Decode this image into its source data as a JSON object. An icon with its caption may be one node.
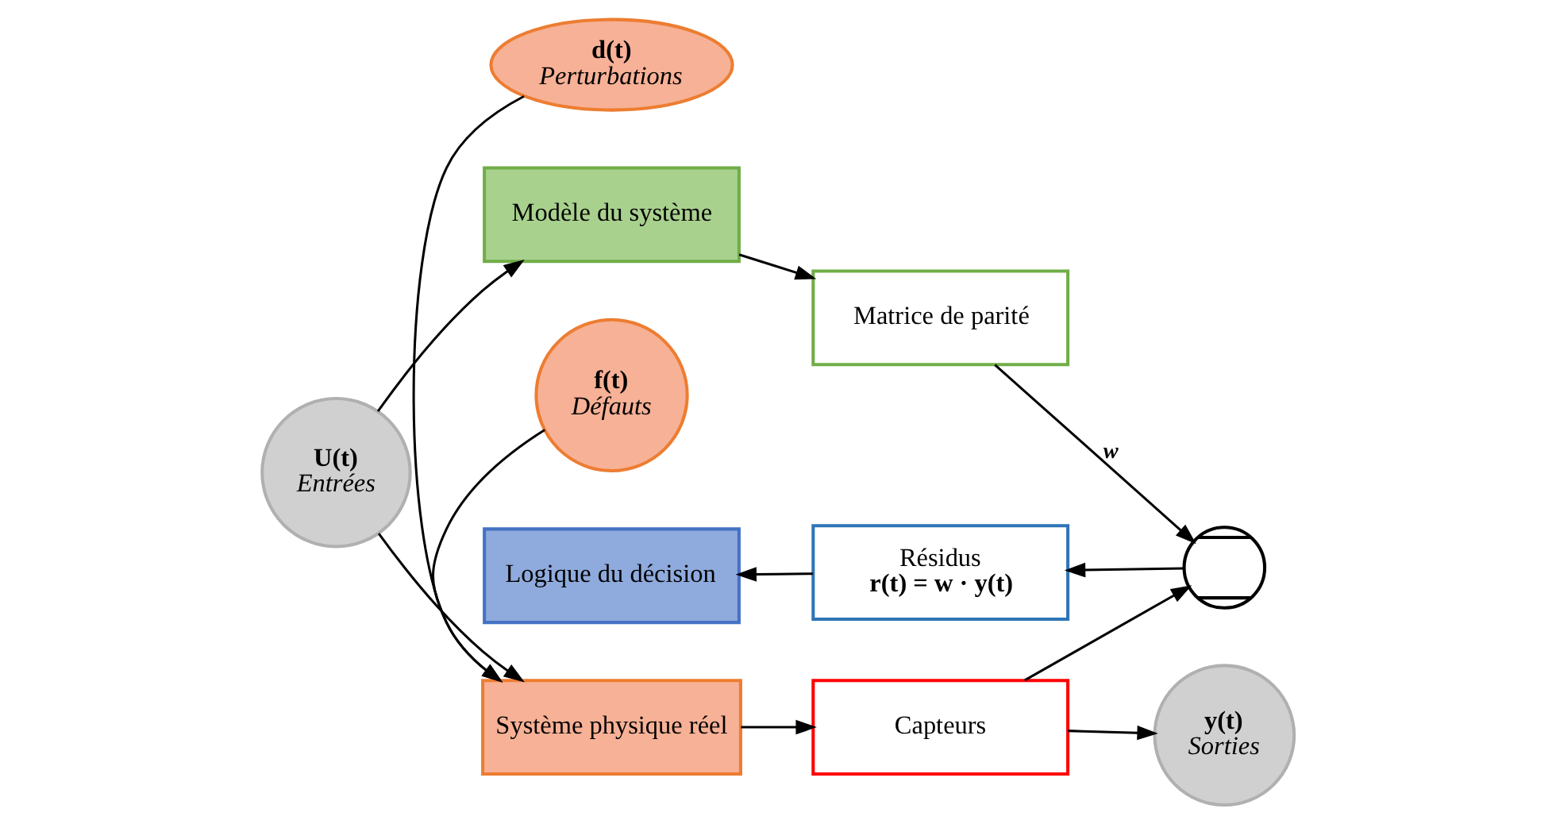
{
  "diagram": {
    "nodes": [
      {
        "text": [
          "U(t)",
          "Entrées"
        ]
      },
      {
        "text": [
          "f(t)",
          "Défauts"
        ]
      },
      {
        "text": [
          "d(t)",
          "Perturbations"
        ]
      },
      {
        "text": [
          "Système physique réel"
        ]
      },
      {
        "text": [
          "Capteurs"
        ]
      },
      {
        "text": [
          "y(t)",
          "Sorties"
        ]
      },
      {
        "text": [
          "Modèle du système"
        ]
      },
      {
        "text": [
          "Matrice de parité"
        ]
      },
      {
        "text": [],
        "shape": "circle"
      },
      {
        "text": [
          "Logique du décision"
        ]
      },
      {
        "text": [
          "Résidus",
          "r(t) = w · y(t)"
        ]
      }
    ],
    "edges": [
      {
        "from": 0,
        "to": 3,
        "arrow": "to"
      },
      {
        "from": 0,
        "to": 6,
        "arrow": "to"
      },
      {
        "from": 1,
        "to": 3,
        "arrow": "to"
      },
      {
        "from": 2,
        "to": 3,
        "arrow": "to"
      },
      {
        "from": 3,
        "to": 4,
        "arrow": "to"
      },
      {
        "from": 4,
        "to": 5,
        "arrow": "to"
      },
      {
        "from": 4,
        "to": 8,
        "arrow": "to"
      },
      {
        "from": 6,
        "to": 7,
        "arrow": "to"
      },
      {
        "from": 7,
        "to": 8,
        "arrow": "to",
        "label": "w"
      },
      {
        "from": 8,
        "to": 10,
        "arrow": "to"
      },
      {
        "from": 10,
        "to": 9,
        "arrow": "to"
      }
    ]
  }
}
